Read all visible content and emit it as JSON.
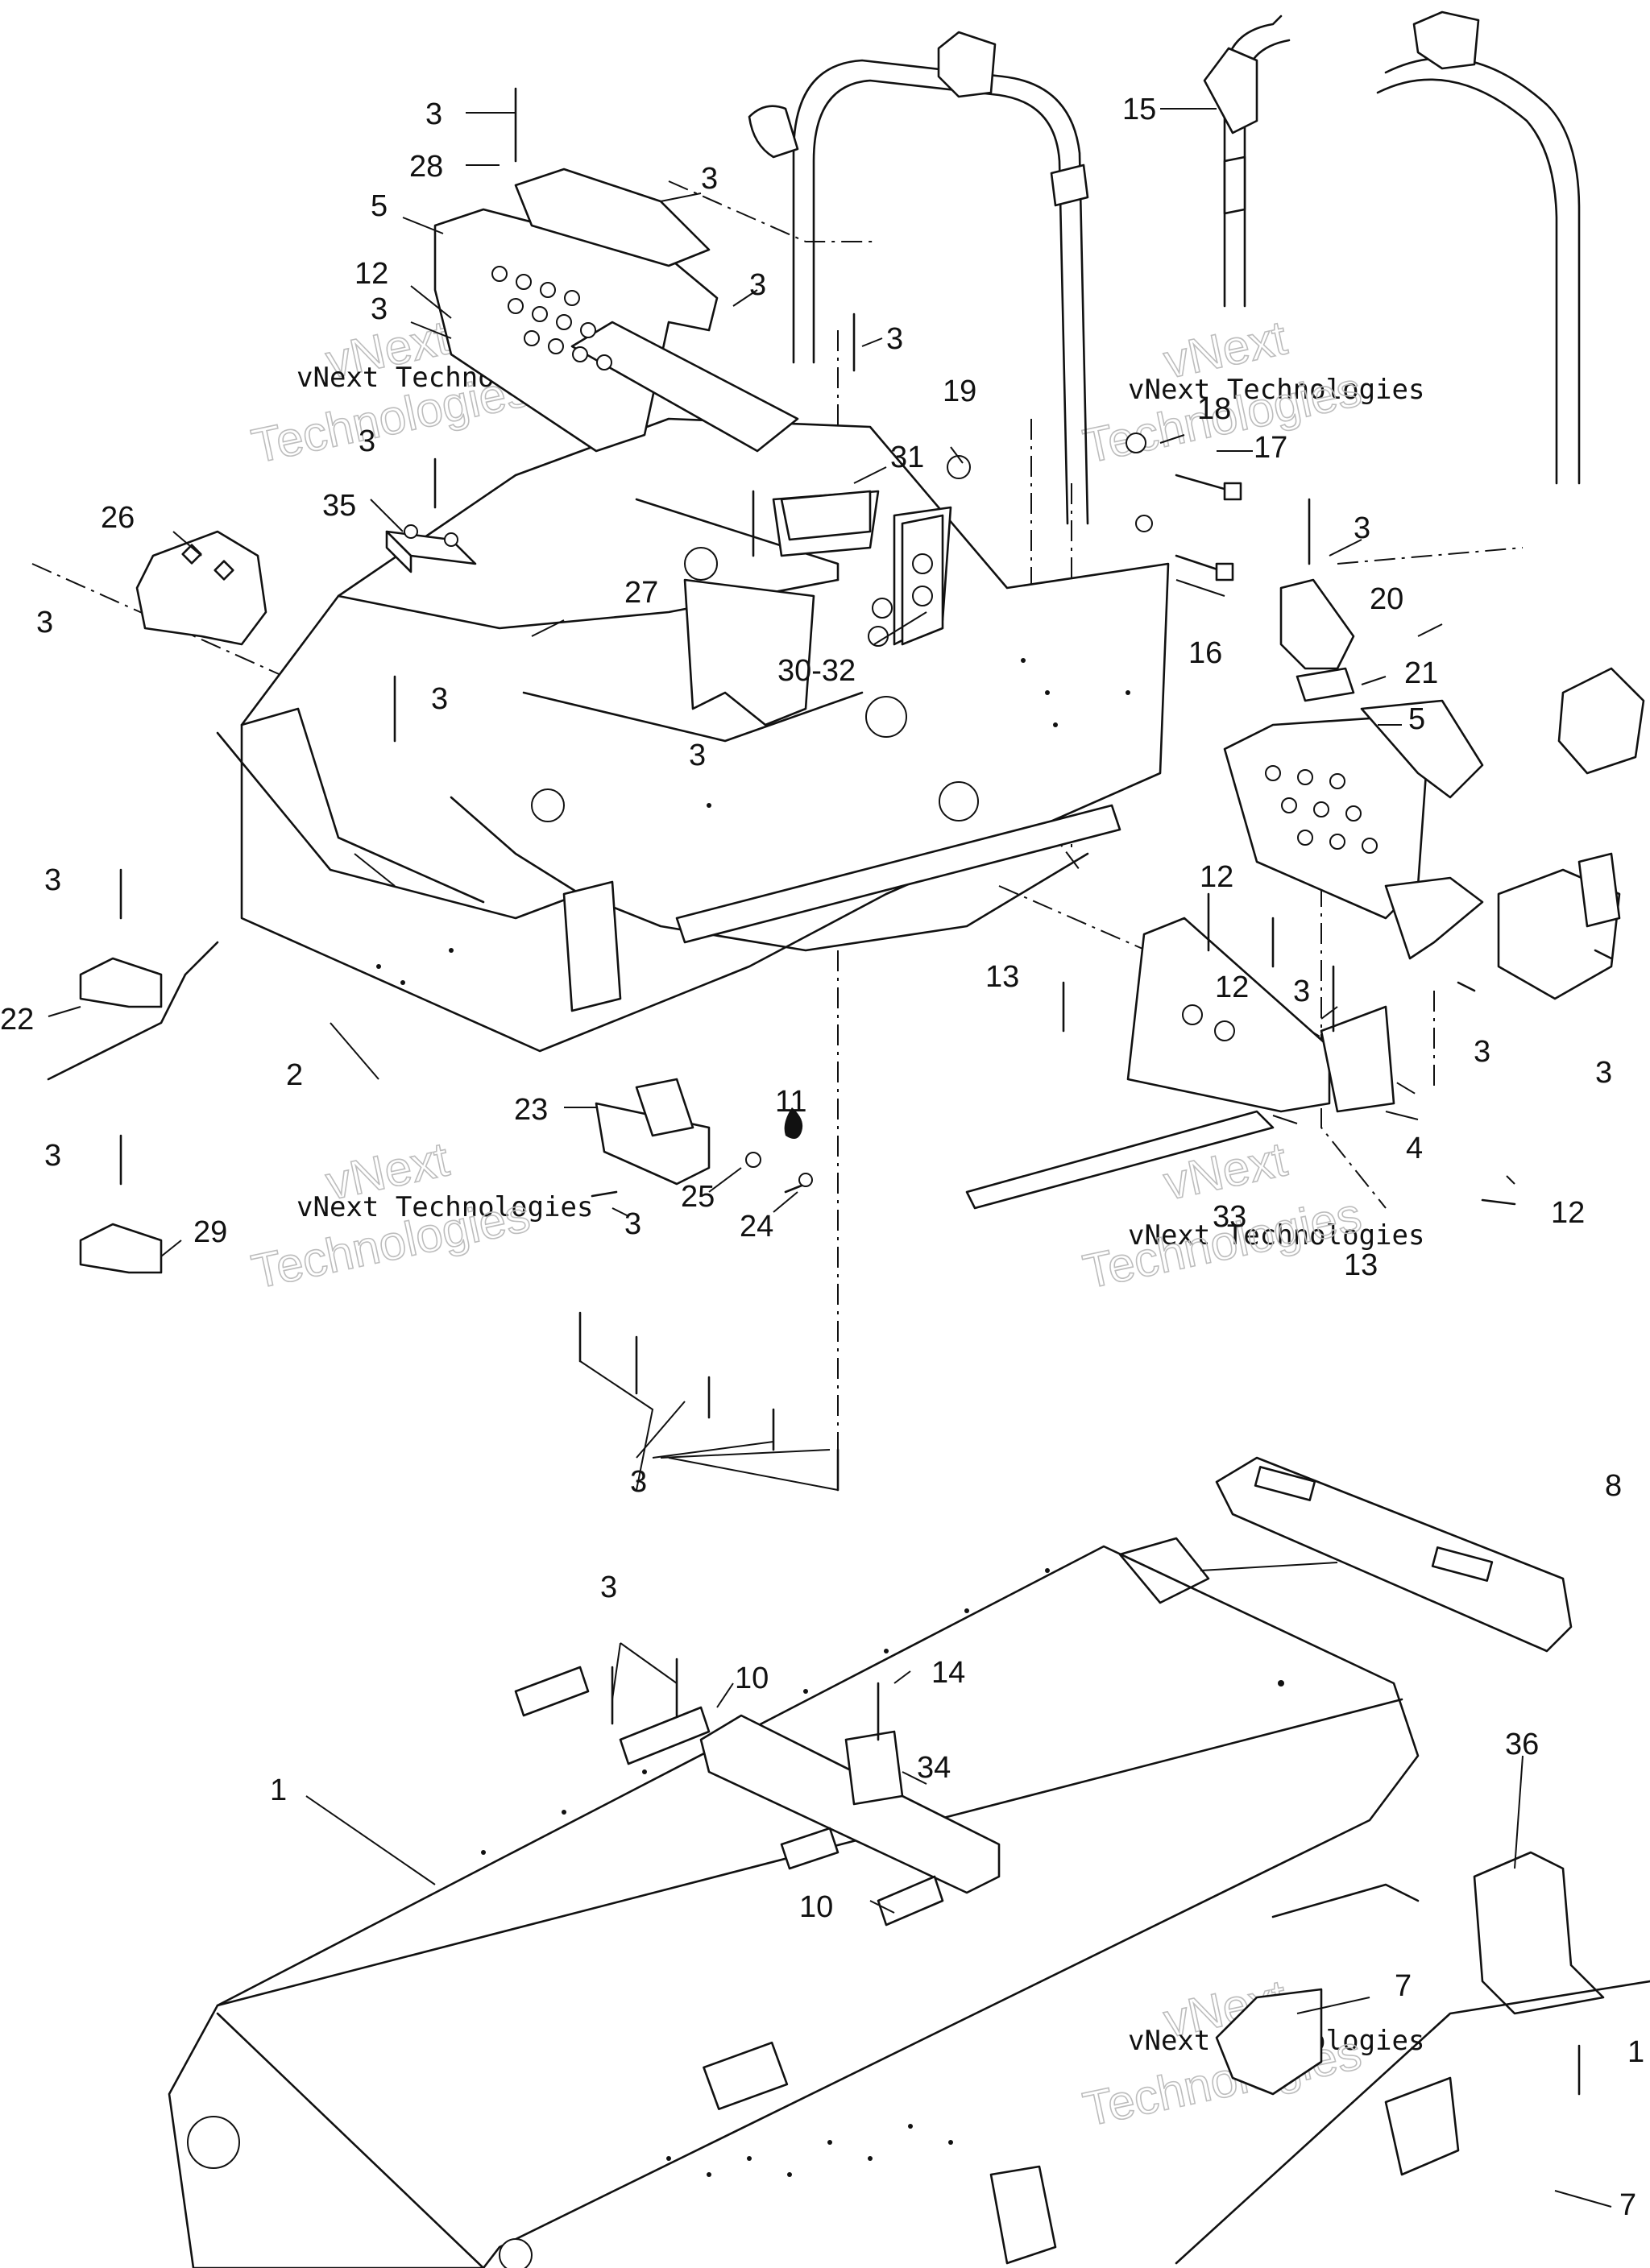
{
  "callouts": {
    "n1": "1",
    "n2": "2",
    "n3": "3",
    "n4": "4",
    "n5": "5",
    "n7": "7",
    "n8": "8",
    "n10": "10",
    "n11": "11",
    "n12": "12",
    "n13": "13",
    "n14": "14",
    "n15": "15",
    "n16": "16",
    "n17": "17",
    "n18": "18",
    "n19": "19",
    "n20": "20",
    "n21": "21",
    "n22": "22",
    "n23": "23",
    "n24": "24",
    "n25": "25",
    "n26": "26",
    "n27": "27",
    "n28": "28",
    "n29": "29",
    "n30_32": "30-32",
    "n31": "31",
    "n33": "33",
    "n34": "34",
    "n35": "35",
    "n36": "36"
  },
  "watermark": {
    "brand": "vNext",
    "caption": "vNext Technologies",
    "big": "Technologies"
  }
}
